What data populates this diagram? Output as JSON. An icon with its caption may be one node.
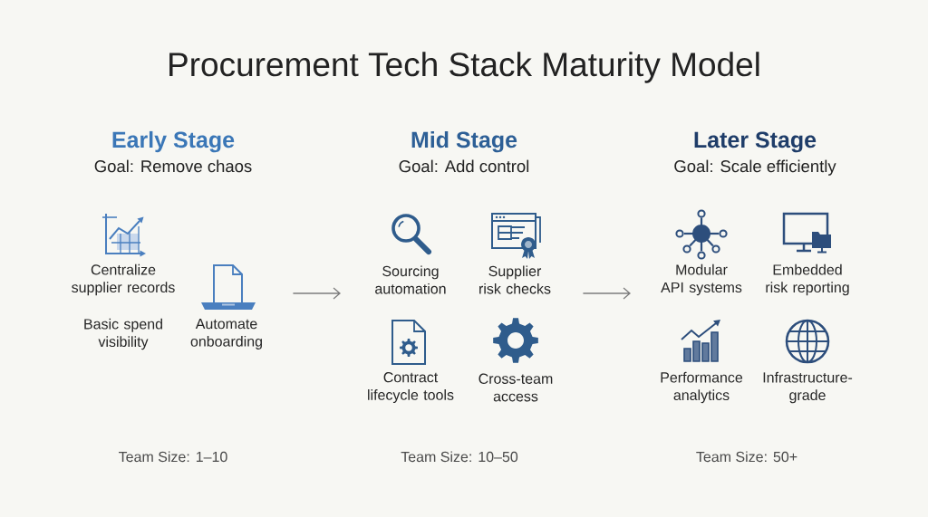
{
  "diagram": {
    "title": "Procurement Tech Stack Maturity Model",
    "nodes": [
      {
        "text": [
          "Early Stage",
          "Goal: Remove chaos",
          "Team Size: 1–10"
        ]
      },
      {
        "text": [
          "Centralize supplier records"
        ],
        "in": 0
      },
      {
        "text": [
          "Basic spend visibility"
        ],
        "in": 0
      },
      {
        "text": [
          "Automate onboarding"
        ],
        "in": 0
      },
      {
        "text": [
          "Mid Stage",
          "Goal: Add control",
          "Team Size: 10–50"
        ]
      },
      {
        "text": [
          "Sourcing automation"
        ],
        "in": 4
      },
      {
        "text": [
          "Supplier risk checks"
        ],
        "in": 4
      },
      {
        "text": [
          "Contract lifecycle tools"
        ],
        "in": 4
      },
      {
        "text": [
          "Cross-team access"
        ],
        "in": 4
      },
      {
        "text": [
          "Later Stage",
          "Goal: Scale efficiently",
          "Team Size: 50+"
        ]
      },
      {
        "text": [
          "Modular API systems"
        ],
        "in": 9
      },
      {
        "text": [
          "Embedded risk reporting"
        ],
        "in": 9
      },
      {
        "text": [
          "Performance analytics"
        ],
        "in": 9
      },
      {
        "text": [
          "Infrastructure- grade"
        ],
        "in": 9
      }
    ],
    "edges": [
      {
        "from": 0,
        "to": 4,
        "arrow": "to"
      },
      {
        "from": 4,
        "to": 9,
        "arrow": "to"
      }
    ]
  }
}
